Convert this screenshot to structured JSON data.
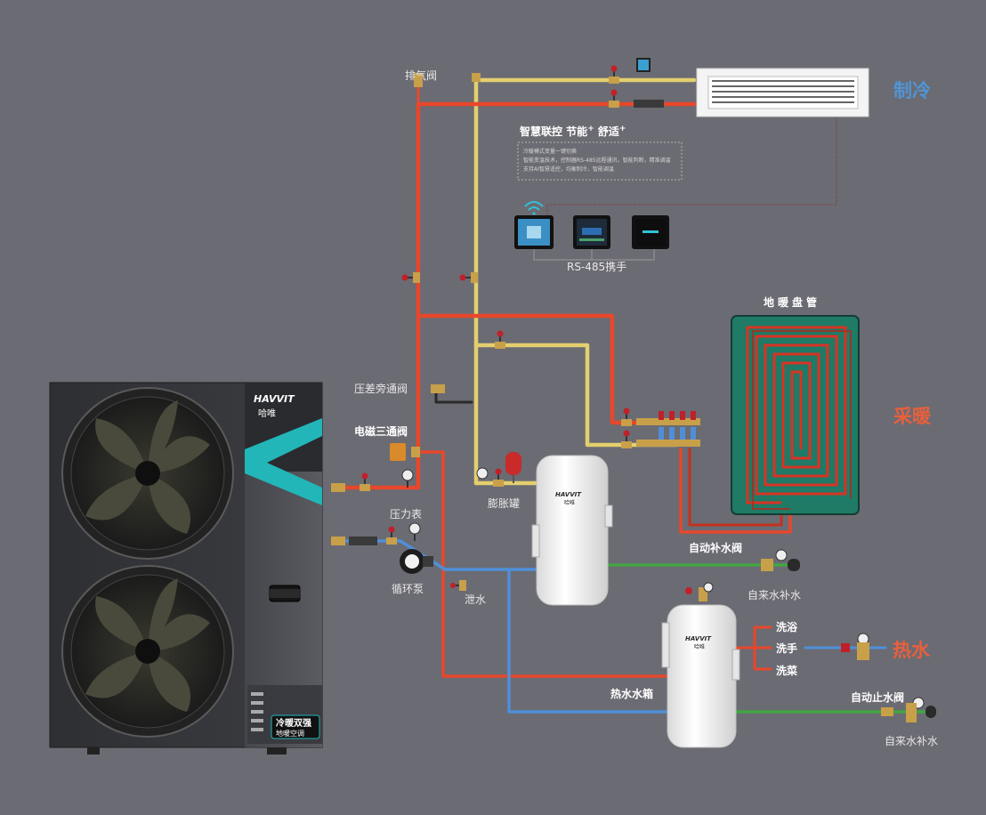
{
  "labels": {
    "exhaust_valve": "排气阀",
    "cooling": "制冷",
    "smart_title": "智慧联控 节能",
    "smart_plus1": "+",
    "smart_comfort": " 舒适",
    "smart_plus2": "+",
    "feature_1": "冷暖模式变量一键切换",
    "feature_2": "智能变温技术，控制器RS-485远程通讯，智能判断，精准调温",
    "feature_3": "支持AI智慧适控，均衡制冷，智能调温",
    "rs485": "RS-485携手",
    "floor_coil": "地暖盘管",
    "heating": "采暖",
    "diff_bypass": "压差旁通阀",
    "solenoid_valve": "电磁三通阀",
    "pressure_gauge": "压力表",
    "expansion_tank": "膨胀罐",
    "circulation_pump": "循环泵",
    "drain": "泄水",
    "auto_fill_valve": "自动补水阀",
    "tap_water_1": "自来水补水",
    "bath": "洗浴",
    "hand_wash": "洗手",
    "veg_wash": "洗菜",
    "hot_water": "热水",
    "hot_water_tank": "热水水箱",
    "auto_stop_valve": "自动止水阀",
    "tap_water_2": "自来水补水",
    "brand_en": "HAVVIT",
    "brand_cn": "哈唯",
    "badge_1": "冷暖双强",
    "badge_2": "地暖空调"
  },
  "colors": {
    "background": "#6b6b73",
    "hot_pipe": "#e8472b",
    "cold_pipe": "#e3cf6e",
    "return_pipe": "#4f8fd8",
    "tap_pipe": "#43a543",
    "coil_panel": "#1f7a66",
    "cooling_text": "#4f95d6",
    "heating_text": "#e8603c",
    "hotwater_text": "#e8603c"
  }
}
